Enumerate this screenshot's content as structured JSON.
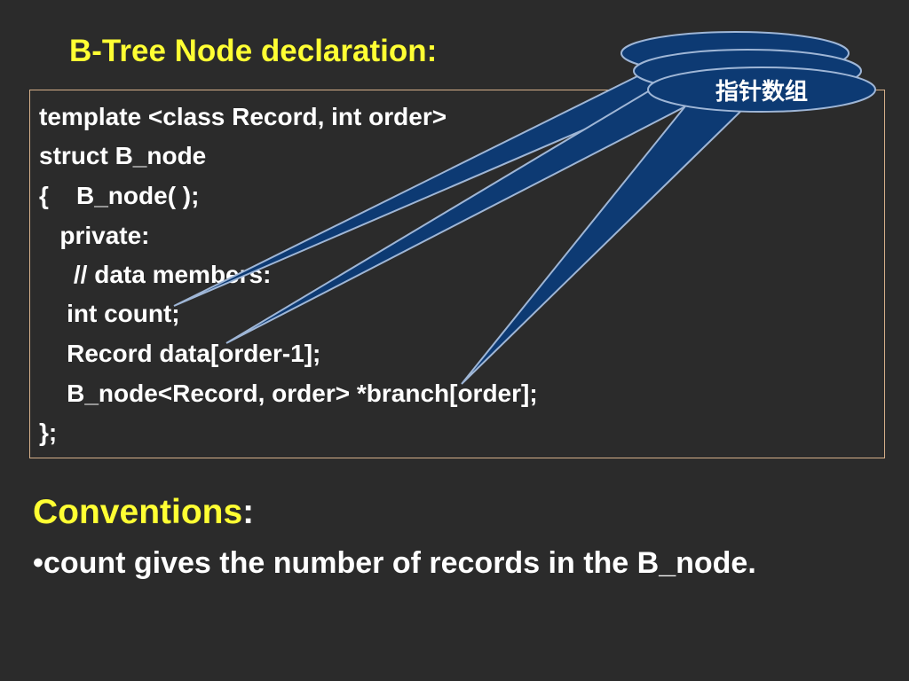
{
  "title": "B-Tree Node declaration:",
  "code": [
    "template <class Record, int order>",
    "struct B_node",
    "{    B_node( );",
    "   private:",
    "     // data members:",
    "    int count;",
    "    Record data[order-1];",
    "    B_node<Record, order> *branch[order];",
    "};"
  ],
  "callout": {
    "label": "指针数组",
    "fill_color": "#0d3a73",
    "border_color": "#9fb6d6"
  },
  "conventions": {
    "heading": "Conventions",
    "colon": ":",
    "bullet_marker": "•",
    "bullet_text": "count gives the number of records in the B_node."
  },
  "colors": {
    "background": "#2b2b2b",
    "title": "#ffff33",
    "text": "#ffffff",
    "box_border": "#d6b08a"
  }
}
